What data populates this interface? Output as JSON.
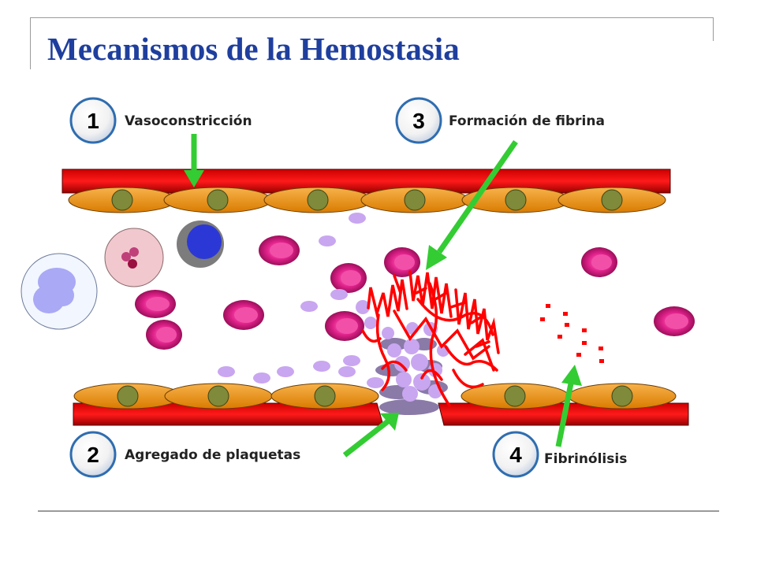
{
  "slide": {
    "title": "Mecanismos de la Hemostasia"
  },
  "steps": [
    {
      "number": "1",
      "label": "Vasoconstricción"
    },
    {
      "number": "2",
      "label": "Agregado de plaquetas"
    },
    {
      "number": "3",
      "label": "Formación de fibrina"
    },
    {
      "number": "4",
      "label": "Fibrinólisis"
    }
  ],
  "colors": {
    "title": "#1f3f9e",
    "vessel_wall": "#e60000",
    "endothelial_cell": "#f39200",
    "nucleus": "#7f8a3a",
    "red_blood_cell": "#e0218a",
    "platelet": "#c9a6f0",
    "fibrin": "#ff0000",
    "arrow": "#33cc33",
    "number_badge_ring": "#2f6db0"
  }
}
